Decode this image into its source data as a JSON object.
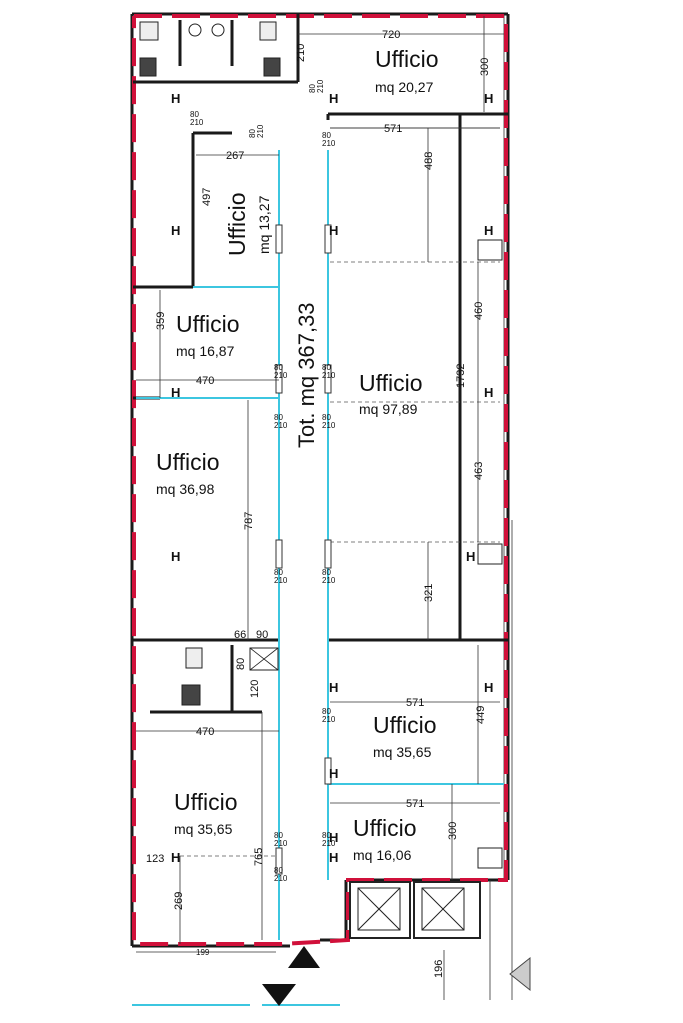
{
  "colors": {
    "perimeter": "#d0103a",
    "glass_partition": "#3cc6e0",
    "wall": "#1a1a1a",
    "green_edge": "#3a8a3a"
  },
  "total": {
    "text": "Tot. mq 367,33"
  },
  "rooms": [
    {
      "id": "r1",
      "title": "Ufficio",
      "area": "mq 20,27"
    },
    {
      "id": "r2",
      "title": "Ufficio",
      "area": "mq 13,27"
    },
    {
      "id": "r3",
      "title": "Ufficio",
      "area": "mq 16,87"
    },
    {
      "id": "r4",
      "title": "Ufficio",
      "area": "mq 97,89"
    },
    {
      "id": "r5",
      "title": "Ufficio",
      "area": "mq 36,98"
    },
    {
      "id": "r6",
      "title": "Ufficio",
      "area": "mq 35,65"
    },
    {
      "id": "r7",
      "title": "Ufficio",
      "area": "mq 35,65"
    },
    {
      "id": "r8",
      "title": "Ufficio",
      "area": "mq 16,06"
    }
  ],
  "dimensions": {
    "d720": "720",
    "d300a": "300",
    "d210": "210",
    "d571a": "571",
    "d488": "488",
    "d267": "267",
    "d497": "497",
    "d359": "359",
    "d470a": "470",
    "d460": "460",
    "d1732": "1732",
    "d463": "463",
    "d787": "787",
    "d321": "321",
    "d66": "66",
    "d90": "90",
    "d80": "80",
    "d120": "120",
    "d571b": "571",
    "d449": "449",
    "d470b": "470",
    "d571c": "571",
    "d300b": "300",
    "d123": "123",
    "d765": "765",
    "d269": "269",
    "d199": "199",
    "d196": "196"
  },
  "doors": [
    {
      "w": "80",
      "h": "210"
    },
    {
      "w": "80",
      "h": "210"
    },
    {
      "w": "80",
      "h": "210"
    },
    {
      "w": "80",
      "h": "210"
    },
    {
      "w": "80",
      "h": "210"
    },
    {
      "w": "80",
      "h": "210"
    },
    {
      "w": "80",
      "h": "210"
    },
    {
      "w": "80",
      "h": "210"
    },
    {
      "w": "80",
      "h": "210"
    },
    {
      "w": "80",
      "h": "210"
    },
    {
      "w": "80",
      "h": "210"
    },
    {
      "w": "80",
      "h": "210"
    },
    {
      "w": "80",
      "h": "210"
    },
    {
      "w": "80",
      "h": "210"
    }
  ]
}
